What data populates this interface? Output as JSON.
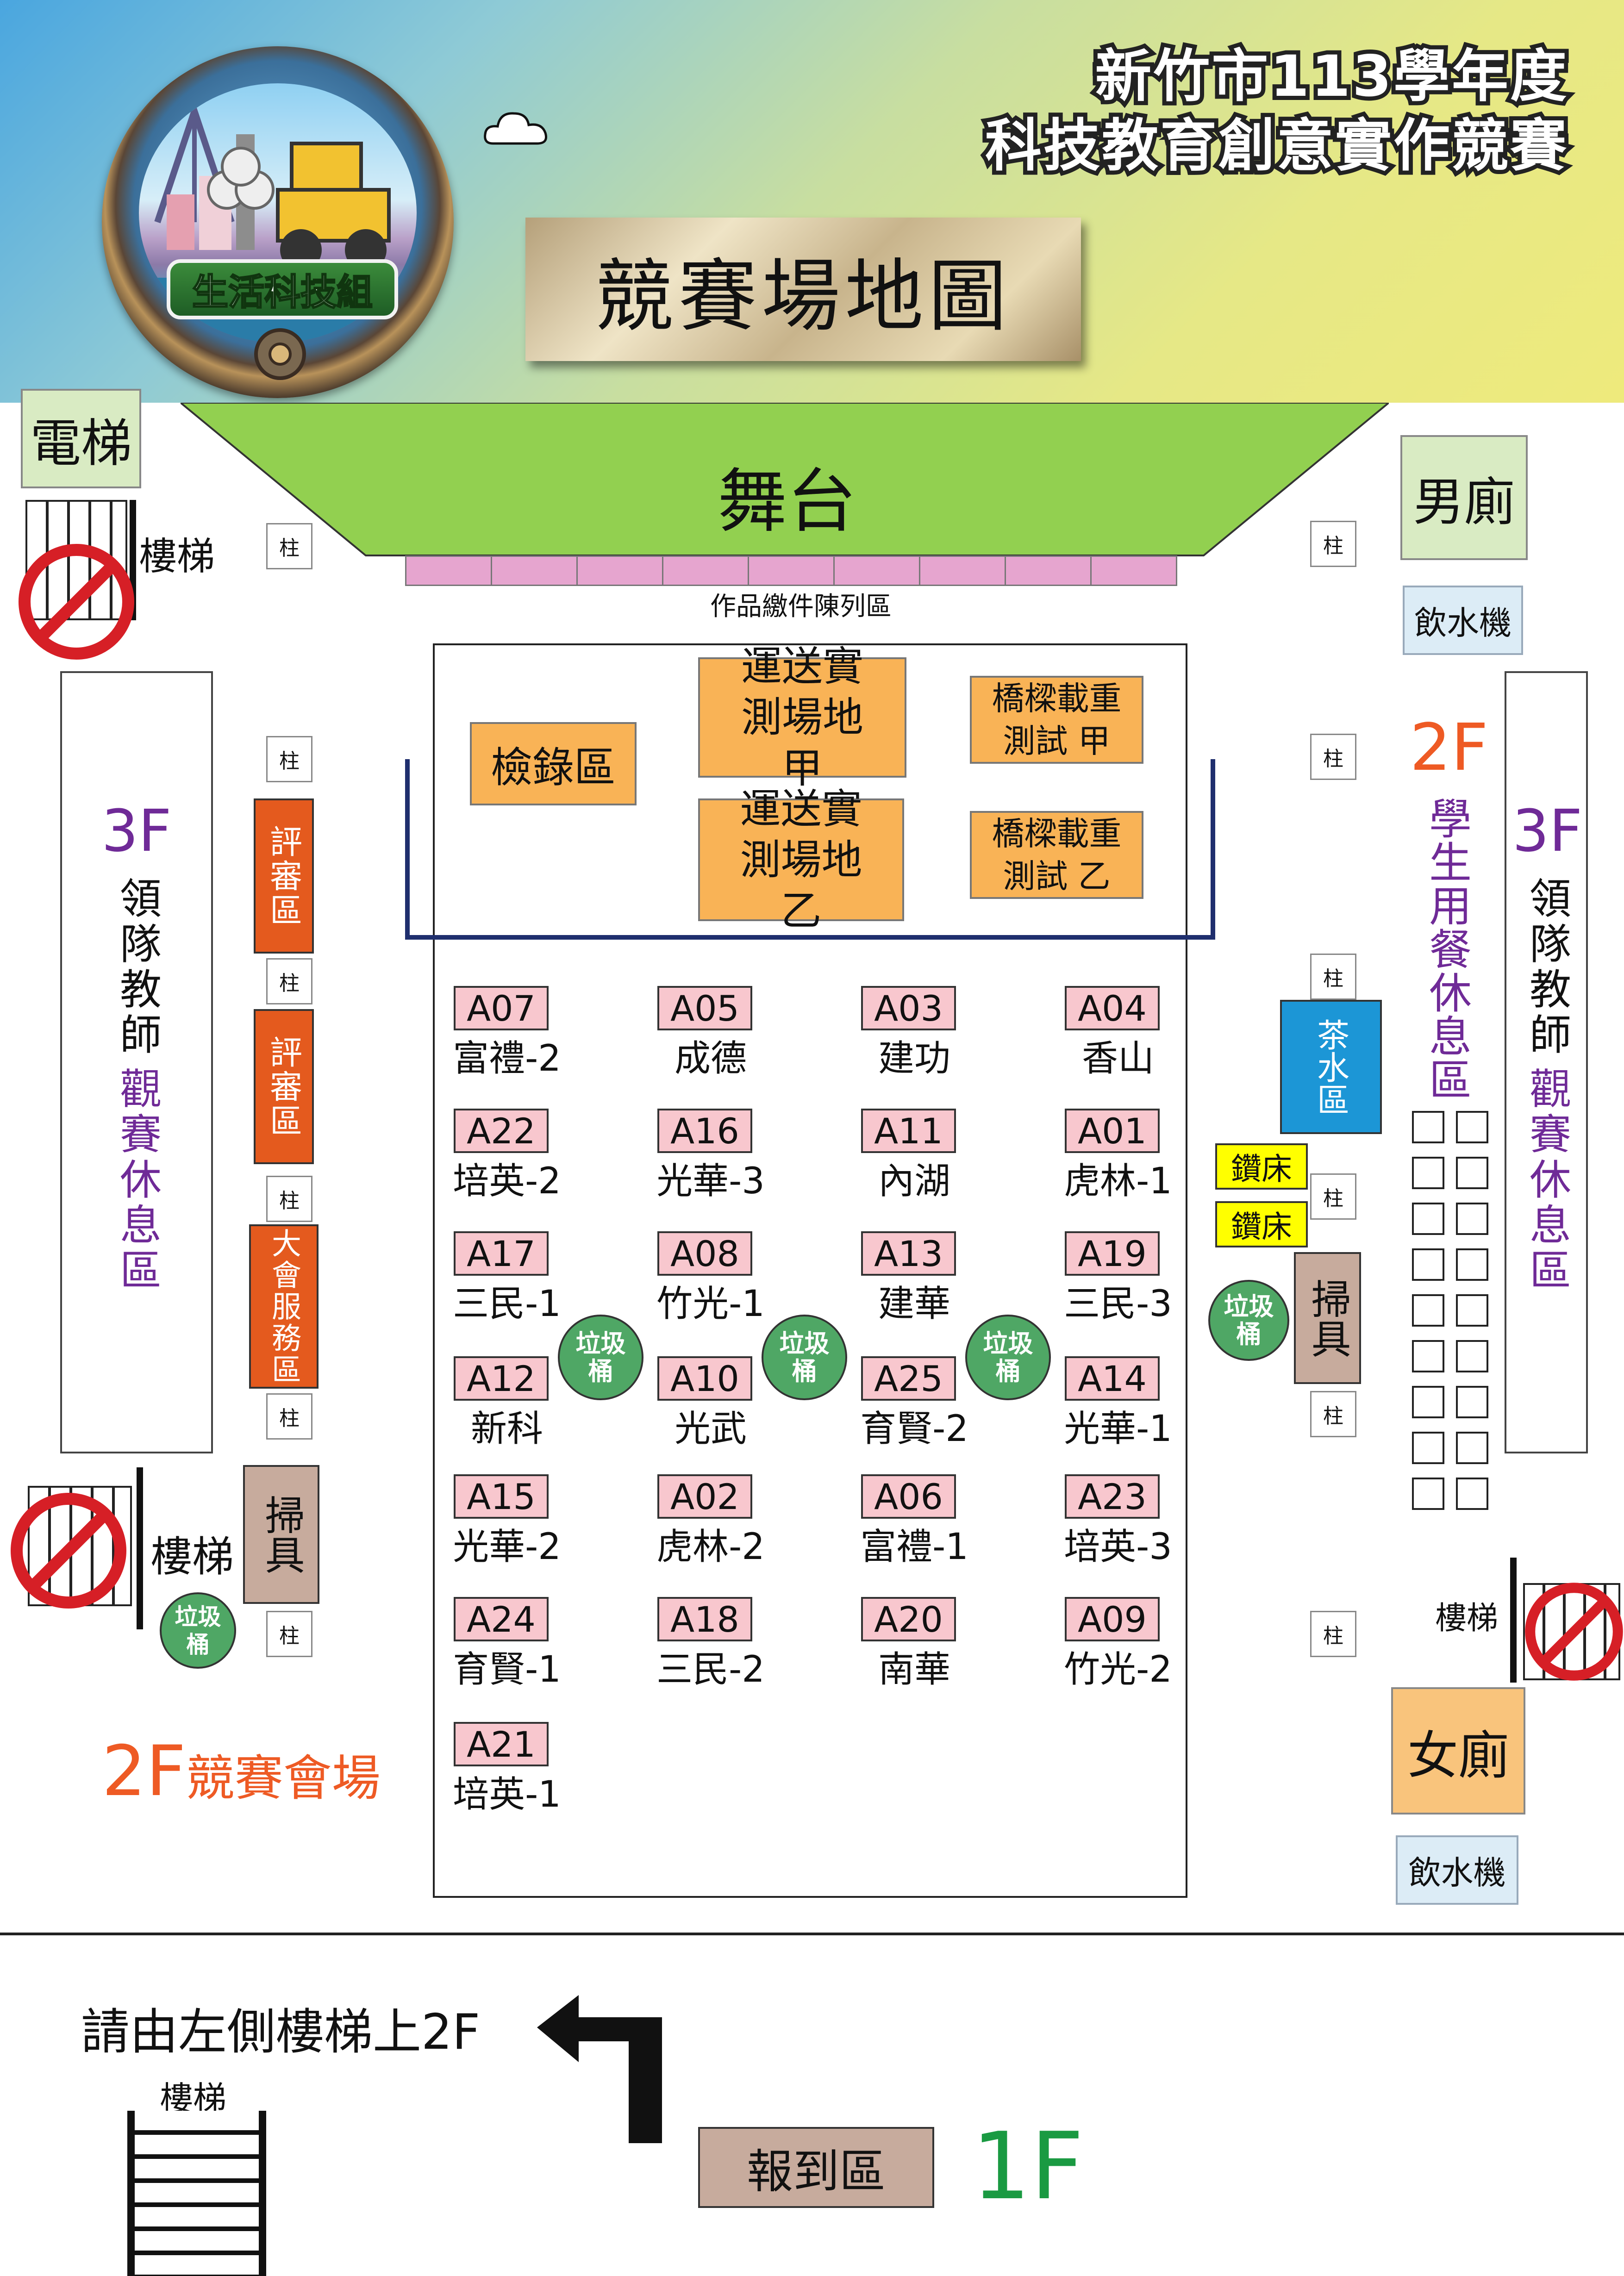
{
  "header": {
    "competition_line1": "新竹市113學年度",
    "competition_line2": "科技教育創意實作競賽",
    "map_title": "競賽場地圖",
    "logo_label": "生活科技組"
  },
  "floor2": {
    "stage": "舞台",
    "display_area": "作品繳件陳列區",
    "elevator": "電梯",
    "stairs_top_left": "樓梯",
    "stairs_left": "樓梯",
    "stairs_right": "樓梯",
    "pillar": "柱",
    "male_restroom": "男廁",
    "female_restroom": "女廁",
    "water_fountain": "飲水機",
    "check_in": "檢錄區",
    "transport_a": "運送實測場地甲",
    "transport_b": "運送實測場地乙",
    "bridge_a": "橋樑載重測試 甲",
    "bridge_b": "橋樑載重測試 乙",
    "judging_1": "評審區",
    "judging_2": "評審區",
    "service": "大會服務區",
    "broom_left": "掃具",
    "broom_right": "掃具",
    "trash": "垃圾桶",
    "tea": "茶水區",
    "drill_press": "鑽床",
    "left_floor": "3F",
    "left_lounge": "領隊教師",
    "left_lounge_2": "觀賽休息區",
    "right_floor_2f": "2F",
    "student_lounge": "學生用餐休息區",
    "right_floor": "3F",
    "right_lounge": "領隊教師",
    "right_lounge_2": "觀賽休息區",
    "venue_floor": "2F",
    "venue_label": "競賽會場"
  },
  "booths": [
    {
      "code": "A07",
      "name": "富禮-2"
    },
    {
      "code": "A05",
      "name": "成德"
    },
    {
      "code": "A03",
      "name": "建功"
    },
    {
      "code": "A04",
      "name": "香山"
    },
    {
      "code": "A22",
      "name": "培英-2"
    },
    {
      "code": "A16",
      "name": "光華-3"
    },
    {
      "code": "A11",
      "name": "內湖"
    },
    {
      "code": "A01",
      "name": "虎林-1"
    },
    {
      "code": "A17",
      "name": "三民-1"
    },
    {
      "code": "A08",
      "name": "竹光-1"
    },
    {
      "code": "A13",
      "name": "建華"
    },
    {
      "code": "A19",
      "name": "三民-3"
    },
    {
      "code": "A12",
      "name": "新科"
    },
    {
      "code": "A10",
      "name": "光武"
    },
    {
      "code": "A25",
      "name": "育賢-2"
    },
    {
      "code": "A14",
      "name": "光華-1"
    },
    {
      "code": "A15",
      "name": "光華-2"
    },
    {
      "code": "A02",
      "name": "虎林-2"
    },
    {
      "code": "A06",
      "name": "富禮-1"
    },
    {
      "code": "A23",
      "name": "培英-3"
    },
    {
      "code": "A24",
      "name": "育賢-1"
    },
    {
      "code": "A18",
      "name": "三民-2"
    },
    {
      "code": "A20",
      "name": "南華"
    },
    {
      "code": "A09",
      "name": "竹光-2"
    },
    {
      "code": "A21",
      "name": "培英-1"
    }
  ],
  "floor1": {
    "instruction": "請由左側樓梯上2F",
    "stairs": "樓梯",
    "registration": "報到區",
    "floor_label": "1F"
  },
  "colors": {
    "stage_green": "#92d050",
    "booth_pink": "#f8c7ce",
    "orange_zone": "#f9b356",
    "red_zone": "#e45a1e",
    "lounge_purple": "#6f2a97",
    "floor_orange": "#ee5a24",
    "floor_green": "#1a9a42",
    "trash_green": "#4fa765",
    "tea_blue": "#1c96d6"
  }
}
